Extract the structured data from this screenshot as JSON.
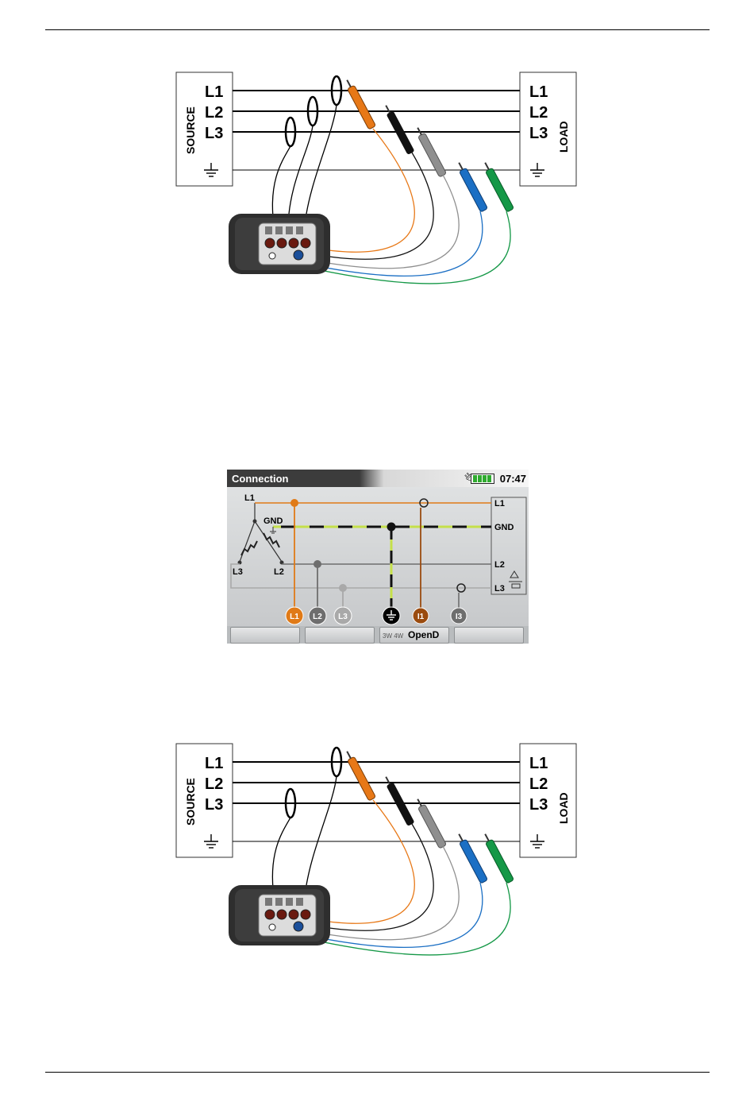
{
  "diagram_top": {
    "source_box": {
      "lines": [
        "L1",
        "L2",
        "L3"
      ],
      "side_label": "SOURCE"
    },
    "load_box": {
      "lines": [
        "L1",
        "L2",
        "L3"
      ],
      "side_label": "LOAD"
    }
  },
  "screen": {
    "title": "Connection",
    "time": "07:47",
    "labels": {
      "l1_top": "L1",
      "gnd_left": "GND",
      "l3_left": "L3",
      "l2_left": "L2",
      "l1_right": "L1",
      "gnd_right": "GND",
      "l2_right": "L2",
      "l3_right": "L3"
    },
    "terminals": [
      {
        "label": "L1",
        "color": "#e07a17"
      },
      {
        "label": "L2",
        "color": "#6e6e6e"
      },
      {
        "label": "L3",
        "color": "#a9a9a9"
      },
      {
        "label": "",
        "color": "#000000",
        "icon": "ground-icon"
      },
      {
        "label": "I1",
        "color": "#9a4b0f"
      },
      {
        "label": "I3",
        "color": "#6e6e6e"
      }
    ],
    "softkey_mode": {
      "options": "3W 4W",
      "selected": "OpenD"
    }
  },
  "diagram_bottom": {
    "source_box": {
      "lines": [
        "L1",
        "L2",
        "L3"
      ],
      "side_label": "SOURCE"
    },
    "load_box": {
      "lines": [
        "L1",
        "L2",
        "L3"
      ],
      "side_label": "LOAD"
    }
  },
  "colors": {
    "orange": "#e77817",
    "black": "#111111",
    "grey": "#8f8f8f",
    "blue": "#1b6fc4",
    "green": "#159847",
    "gnd_dash": "#c5e04a"
  }
}
